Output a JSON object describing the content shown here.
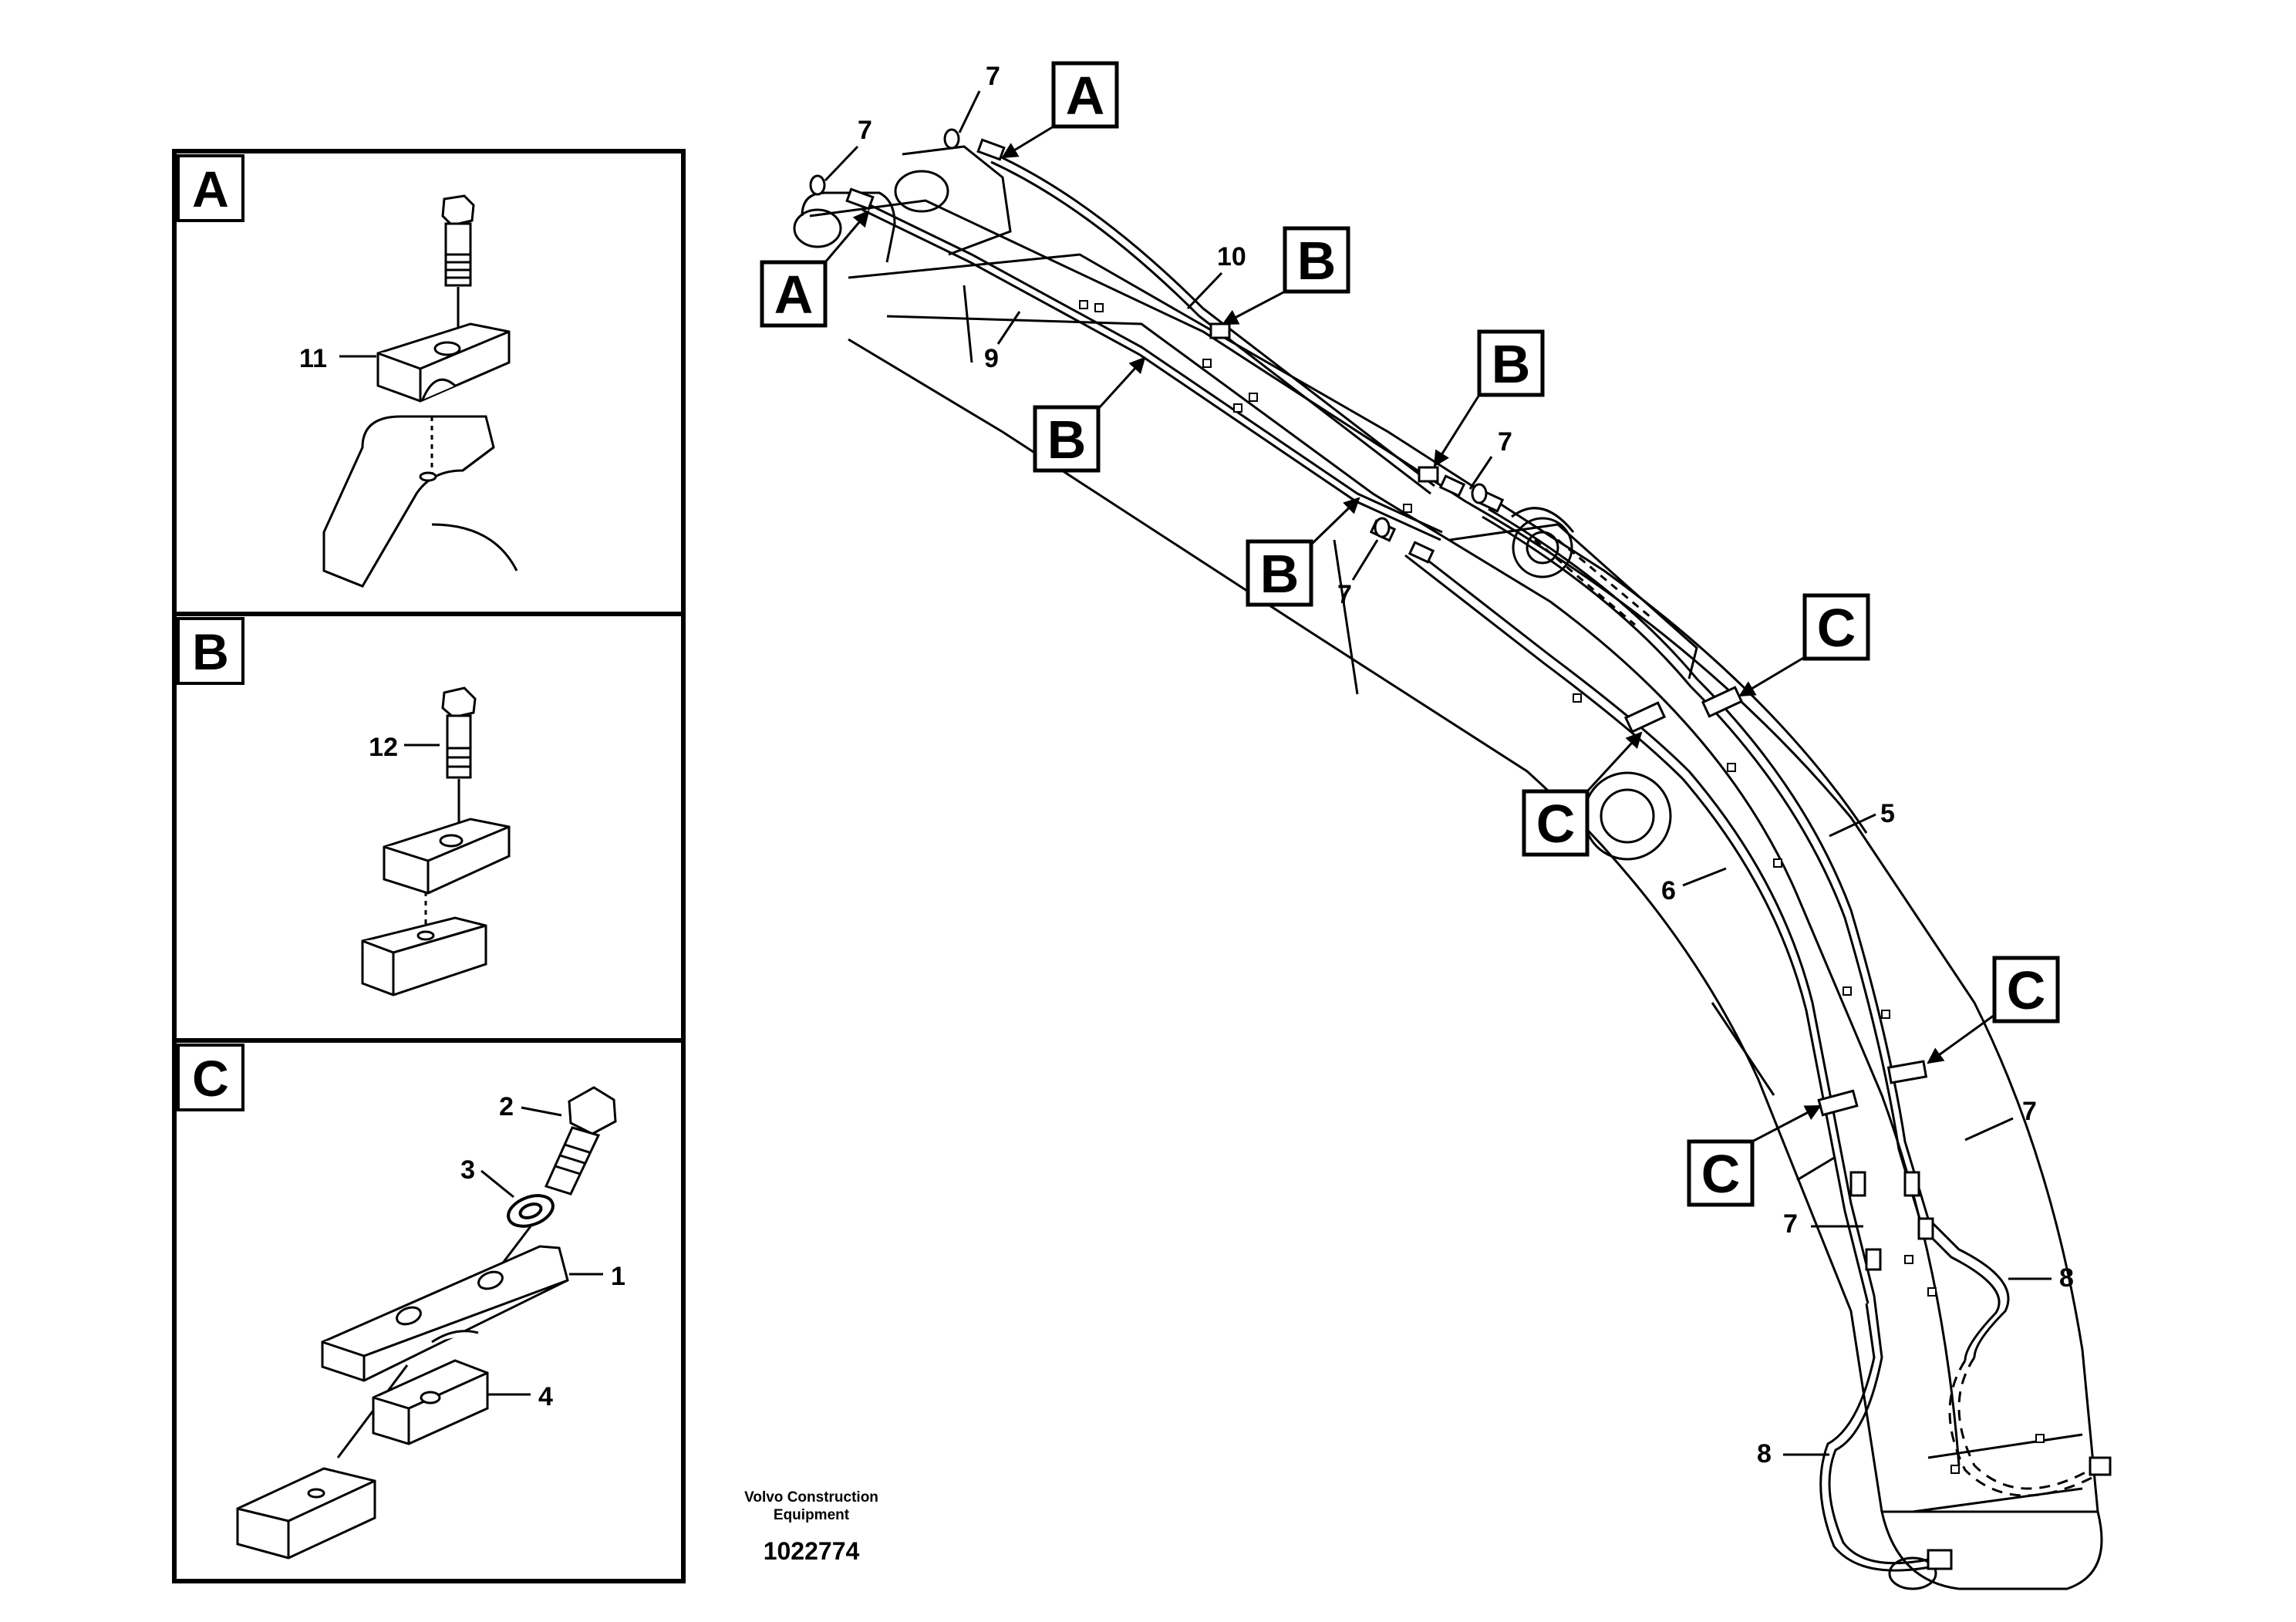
{
  "panels": [
    {
      "letter": "A",
      "part_label": "11"
    },
    {
      "letter": "B",
      "part_label": "12"
    },
    {
      "letter": "C",
      "part_labels": [
        "2",
        "3",
        "1",
        "4"
      ]
    }
  ],
  "callouts": {
    "A1": "A",
    "A2": "A",
    "B1": "B",
    "B2": "B",
    "B3": "B",
    "B4": "B",
    "C1": "C",
    "C2": "C",
    "C3": "C",
    "C4": "C"
  },
  "part_numbers": {
    "n7a": "7",
    "n7b": "7",
    "n7c": "7",
    "n7d": "7",
    "n7e": "7",
    "n7f": "7",
    "n10": "10",
    "n9": "9",
    "n5": "5",
    "n6": "6",
    "n8a": "8",
    "n8b": "8"
  },
  "footer": {
    "company_line1": "Volvo Construction",
    "company_line2": "Equipment",
    "doc_number": "1022774"
  }
}
